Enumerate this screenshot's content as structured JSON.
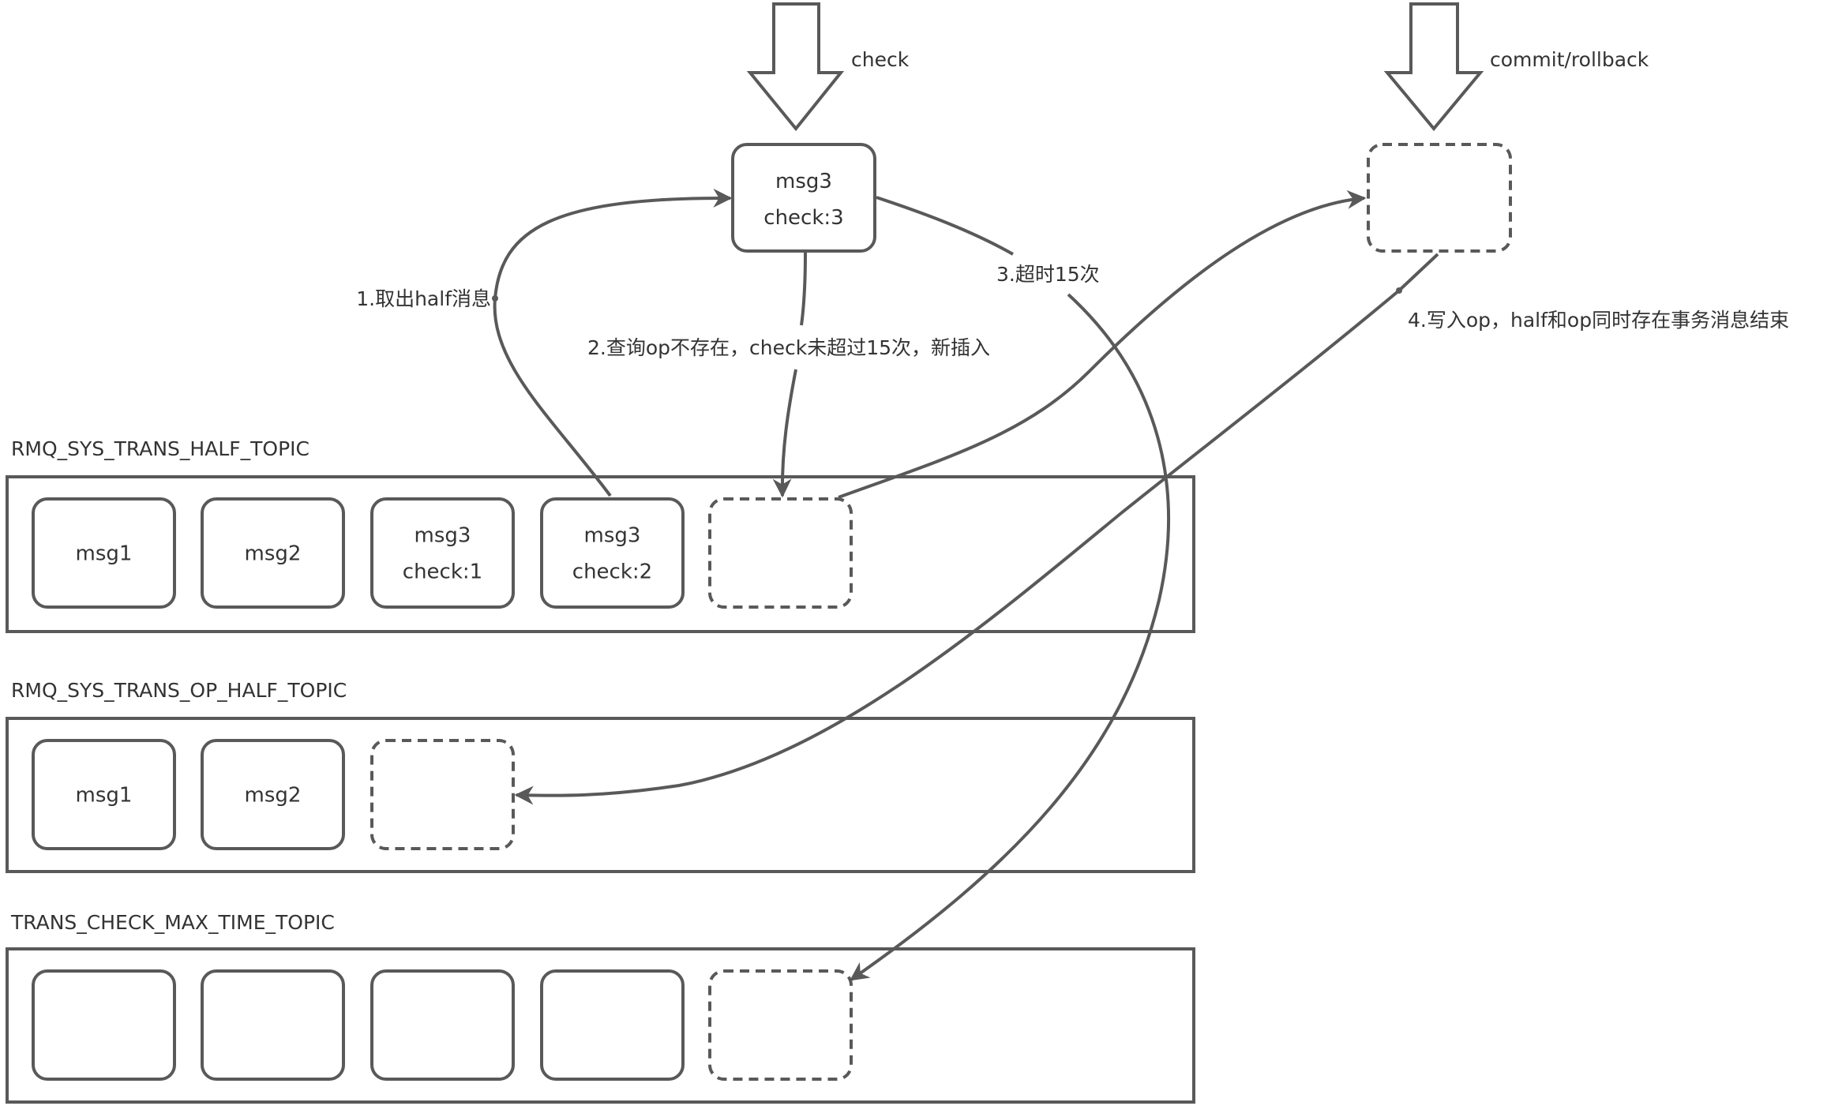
{
  "colors": {
    "stroke": "#595959",
    "text": "#333333",
    "background": "#ffffff"
  },
  "top": {
    "check_arrow_label": "check",
    "commit_arrow_label": "commit/rollback",
    "current_msg": {
      "line1": "msg3",
      "line2": "check:3"
    },
    "commit_box_text": ""
  },
  "steps": {
    "step1": "1.取出half消息",
    "step2": "2.查询op不存在，check未超过15次，新插入",
    "step3": "3.超时15次",
    "step4": "4.写入op，half和op同时存在事务消息结束"
  },
  "topics": [
    {
      "name": "RMQ_SYS_TRANS_HALF_TOPIC",
      "messages": [
        {
          "line1": "msg1",
          "line2": "",
          "style": "solid"
        },
        {
          "line1": "msg2",
          "line2": "",
          "style": "solid"
        },
        {
          "line1": "msg3",
          "line2": "check:1",
          "style": "solid"
        },
        {
          "line1": "msg3",
          "line2": "check:2",
          "style": "solid"
        },
        {
          "line1": "",
          "line2": "",
          "style": "dashed"
        }
      ]
    },
    {
      "name": "RMQ_SYS_TRANS_OP_HALF_TOPIC",
      "messages": [
        {
          "line1": "msg1",
          "line2": "",
          "style": "solid"
        },
        {
          "line1": "msg2",
          "line2": "",
          "style": "solid"
        },
        {
          "line1": "",
          "line2": "",
          "style": "dashed"
        }
      ]
    },
    {
      "name": "TRANS_CHECK_MAX_TIME_TOPIC",
      "messages": [
        {
          "line1": "",
          "line2": "",
          "style": "solid"
        },
        {
          "line1": "",
          "line2": "",
          "style": "solid"
        },
        {
          "line1": "",
          "line2": "",
          "style": "solid"
        },
        {
          "line1": "",
          "line2": "",
          "style": "solid"
        },
        {
          "line1": "",
          "line2": "",
          "style": "dashed"
        }
      ]
    }
  ]
}
